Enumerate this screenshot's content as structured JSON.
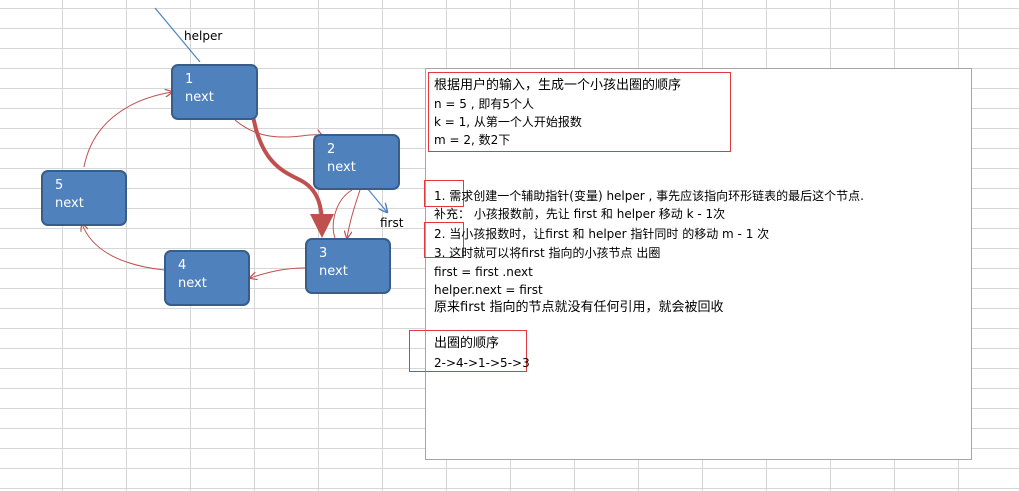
{
  "nodes": [
    {
      "num": "1",
      "next": "next"
    },
    {
      "num": "2",
      "next": "next"
    },
    {
      "num": "3",
      "next": "next"
    },
    {
      "num": "4",
      "next": "next"
    },
    {
      "num": "5",
      "next": "next"
    }
  ],
  "labels": {
    "helper": "helper",
    "first": "first"
  },
  "panel": {
    "lines": [
      "根据用户的输入，生成一个小孩出圈的顺序",
      "n = 5 , 即有5个人",
      "k = 1, 从第一个人开始报数",
      "m = 2, 数2下",
      "1.  需求创建一个辅助指针(变量) helper , 事先应该指向环形链表的最后这个节点.",
      "补充： 小孩报数前，先让 first 和  helper 移动 k - 1次",
      "2.  当小孩报数时，让first 和 helper 指针同时 的移动  m  - 1 次",
      "3.  这时就可以将first 指向的小孩节点 出圈",
      "first = first .next",
      "helper.next = first",
      "原来first 指向的节点就没有任何引用，就会被回收",
      "出圈的顺序",
      "2->4->1->5->3"
    ]
  },
  "colors": {
    "node_fill": "#4f81bd",
    "node_border": "#385d8a",
    "arrow": "#c0504d",
    "pointer_line": "#4f81bd",
    "highlight_box": "#e0393e"
  }
}
